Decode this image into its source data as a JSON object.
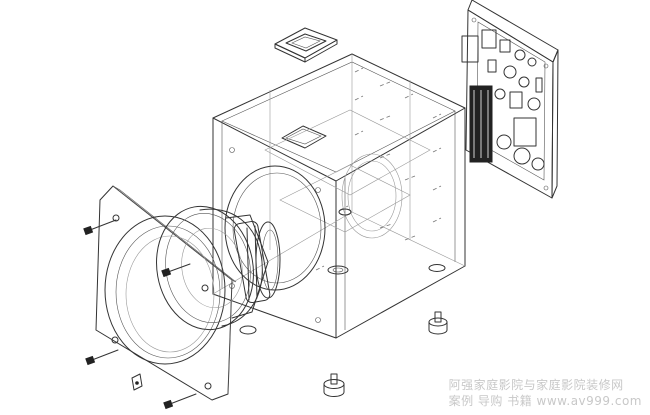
{
  "diagram": {
    "parts": [
      {
        "id": "top-control-panel",
        "icon": "panel-icon"
      },
      {
        "id": "amplifier-board",
        "icon": "circuit-board-icon"
      },
      {
        "id": "cabinet",
        "icon": "cube-icon"
      },
      {
        "id": "front-baffle-ring",
        "icon": "ring-icon"
      },
      {
        "id": "driver",
        "icon": "speaker-driver-icon"
      },
      {
        "id": "mounting-screw",
        "icon": "screw-icon"
      },
      {
        "id": "foot",
        "icon": "foot-icon"
      }
    ]
  },
  "watermark": {
    "line1": "阿强家庭影院与家庭影院装修网",
    "line2": "案例 导购 书籍 www.av999.com",
    "color": "#c8c8c8"
  }
}
